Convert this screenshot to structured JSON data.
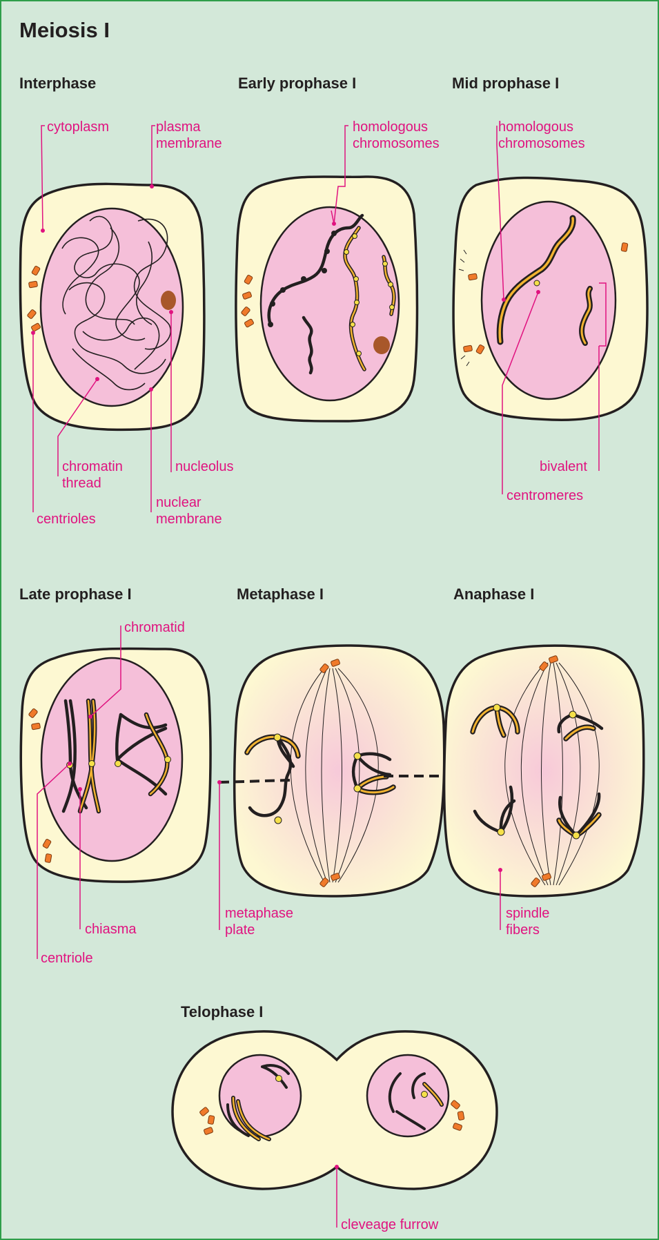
{
  "title": "Meiosis I",
  "stages": {
    "interphase": "Interphase",
    "early_prophase": "Early prophase I",
    "mid_prophase": "Mid prophase I",
    "late_prophase": "Late prophase I",
    "metaphase": "Metaphase I",
    "anaphase": "Anaphase I",
    "telophase": "Telophase I"
  },
  "labels": {
    "cytoplasm": "cytoplasm",
    "plasma_membrane_1": "plasma",
    "plasma_membrane_2": "membrane",
    "chromatin_1": "chromatin",
    "chromatin_2": "thread",
    "nucleolus": "nucleolus",
    "nuclear_membrane_1": "nuclear",
    "nuclear_membrane_2": "membrane",
    "centrioles": "centrioles",
    "homologous_a_1": "homologous",
    "homologous_a_2": "chromosomes",
    "homologous_b_1": "homologous",
    "homologous_b_2": "chromosomes",
    "bivalent": "bivalent",
    "centromeres": "centromeres",
    "chromatid": "chromatid",
    "chiasma": "chiasma",
    "centriole": "centriole",
    "metaphase_plate_1": "metaphase",
    "metaphase_plate_2": "plate",
    "spindle_fibers_1": "spindle",
    "spindle_fibers_2": "fibers",
    "cleavage_furrow": "cleveage furrow"
  },
  "colors": {
    "background": "#d3e8d9",
    "border": "#2e9e4a",
    "cytoplasm": "#fdf8d2",
    "nucleus": "#f5bfd9",
    "chromosome_dark": "#231f20",
    "chromosome_yellow": "#f2b330",
    "centriole": "#f07a2a",
    "nucleolus": "#a8572a",
    "label": "#e0127f"
  }
}
